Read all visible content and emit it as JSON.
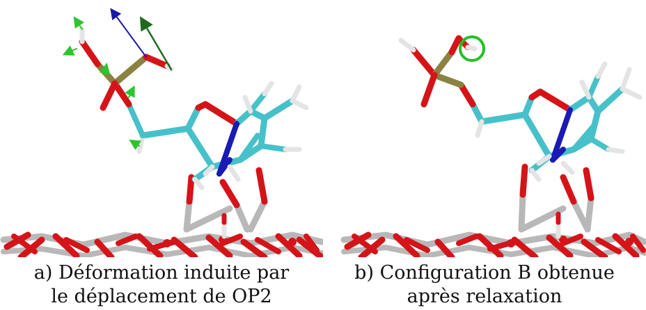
{
  "panels": [
    {
      "id": "a",
      "caption_line1": "a) Déformation induite par",
      "caption_line2": "le déplacement de OP2",
      "shows_displacement_vectors": true
    },
    {
      "id": "b",
      "caption_line1": "b) Configuration B obtenue",
      "caption_line2": "après relaxation",
      "shows_highlight_circle": true
    }
  ],
  "colors": {
    "oxygen": "#d41418",
    "carbon": "#47c1c9",
    "nitrogen": "#1a1ab5",
    "hydrogen": "#e4e4e4",
    "phosphorus": "#8a8240",
    "surface_metal": "#b8b8b8",
    "vector_green": "#2ec42e",
    "vector_blue": "#1a1aa8",
    "vector_darkgreen": "#1f6a1f",
    "highlight": "#22c022"
  }
}
